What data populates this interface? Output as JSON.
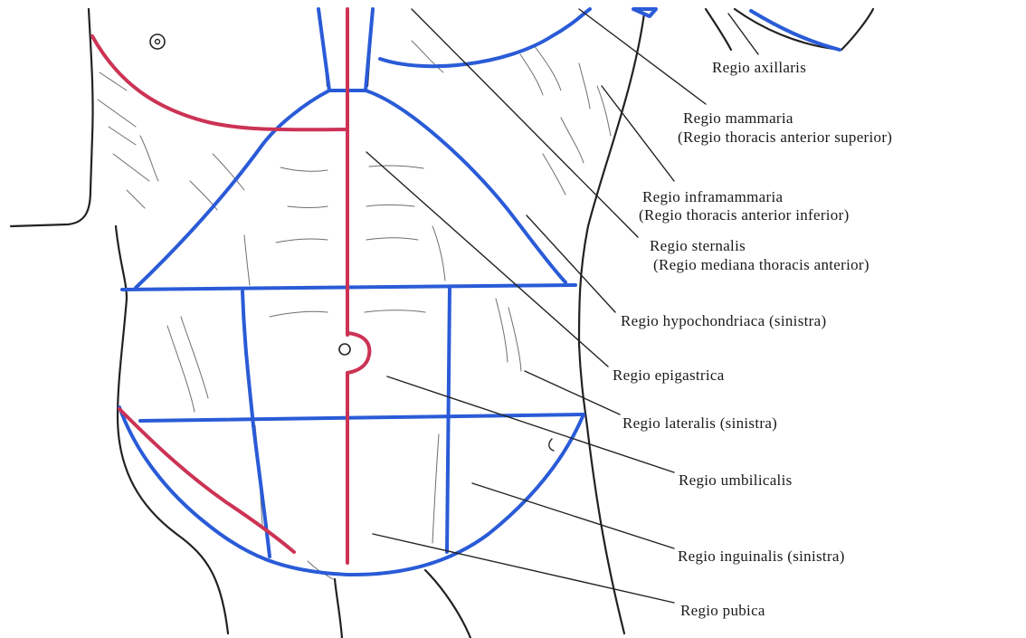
{
  "colors": {
    "region_line": "#2a5bd7",
    "midline": "#cc3355",
    "outline": "#222222",
    "background": "#ffffff"
  },
  "labels": [
    {
      "id": "axillaris",
      "lines": [
        "Regio axillaris"
      ]
    },
    {
      "id": "mammaria",
      "lines": [
        "Regio mammaria",
        "(Regio thoracis anterior superior)"
      ]
    },
    {
      "id": "inframammaria",
      "lines": [
        "Regio inframammaria",
        "(Regio thoracis anterior inferior)"
      ]
    },
    {
      "id": "sternalis",
      "lines": [
        "Regio sternalis",
        "(Regio mediana thoracis anterior)"
      ]
    },
    {
      "id": "hypochondriaca",
      "lines": [
        "Regio hypochondriaca (sinistra)"
      ]
    },
    {
      "id": "epigastrica",
      "lines": [
        "Regio epigastrica"
      ]
    },
    {
      "id": "lateralis",
      "lines": [
        "Regio lateralis (sinistra)"
      ]
    },
    {
      "id": "umbilicalis",
      "lines": [
        "Regio umbilicalis"
      ]
    },
    {
      "id": "inguinalis",
      "lines": [
        "Regio inguinalis (sinistra)"
      ]
    },
    {
      "id": "pubica",
      "lines": [
        "Regio pubica"
      ]
    }
  ]
}
